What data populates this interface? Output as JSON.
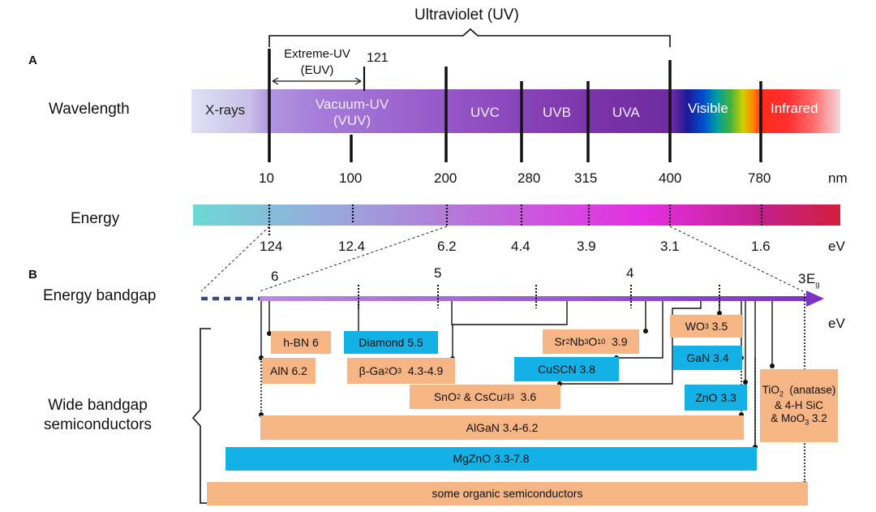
{
  "header": {
    "uv_label": "Ultraviolet (UV)",
    "panel_a": "A",
    "panel_b": "B"
  },
  "wavelength_row": {
    "label": "Wavelength",
    "bands": {
      "xrays": "X-rays",
      "vuv_line1": "Vacuum-UV",
      "vuv_line2": "(VUV)",
      "uvc": "UVC",
      "uvb": "UVB",
      "uva": "UVA",
      "visible": "Visible",
      "infrared": "Infrared"
    },
    "euv_line1": "Extreme-UV",
    "euv_line2": "(EUV)",
    "euv_value": "121",
    "ticks": [
      "10",
      "100",
      "200",
      "280",
      "315",
      "400",
      "780"
    ],
    "unit": "nm"
  },
  "energy_row": {
    "label": "Energy",
    "ticks": [
      "124",
      "12.4",
      "6.2",
      "4.4",
      "3.9",
      "3.1",
      "1.6"
    ],
    "unit": "eV"
  },
  "bandgap_row": {
    "label": "Energy bandgap",
    "ticks": [
      "6",
      "5",
      "4",
      "3"
    ],
    "eg_main": "E",
    "eg_sub": "g",
    "unit": "eV"
  },
  "semiconductors": {
    "label_line1": "Wide bandgap",
    "label_line2": "semiconductors",
    "hbn": "h-BN  6",
    "diamond": "Diamond 5.5",
    "sr_main": "Sr",
    "sr_s1": "2",
    "sr_m2": "Nb",
    "sr_s2": "3",
    "sr_m3": "O",
    "sr_s3": "10",
    "sr_val": "  3.9",
    "wo3_main": "WO",
    "wo3_sub": "3",
    "wo3_val": " 3.5",
    "aln": "AlN  6.2",
    "ga2o3_main": "β-Ga",
    "ga2o3_s1": "2",
    "ga2o3_m2": "O",
    "ga2o3_s2": "3",
    "ga2o3_val": "  4.3-4.9",
    "cuscn": "CuSCN  3.8",
    "gan": "GaN  3.4",
    "sno2_m1": "SnO",
    "sno2_s1": "2",
    "sno2_m2": " & CsCu",
    "sno2_s2": "2",
    "sno2_m3": "I",
    "sno2_s3": "3",
    "sno2_val": "  3.6",
    "zno": "ZnO  3.3",
    "tio2_m1": "TiO",
    "tio2_s1": "2",
    "tio2_m2": "  (anatase)",
    "tio2_line2": "& 4-H SiC",
    "tio2_l3a": "& MoO",
    "tio2_l3s": "3",
    "tio2_l3b": " 3.2",
    "algan": "AlGaN 3.4-6.2",
    "mgzno": "MgZnO 3.3-7.8",
    "organic": "some organic semiconductors"
  },
  "colors": {
    "orange_box": "#f5b584",
    "blue_box": "#14b1e7",
    "arrow": "#8a3fc7",
    "dashed_arrow": "#3a4a7a"
  }
}
